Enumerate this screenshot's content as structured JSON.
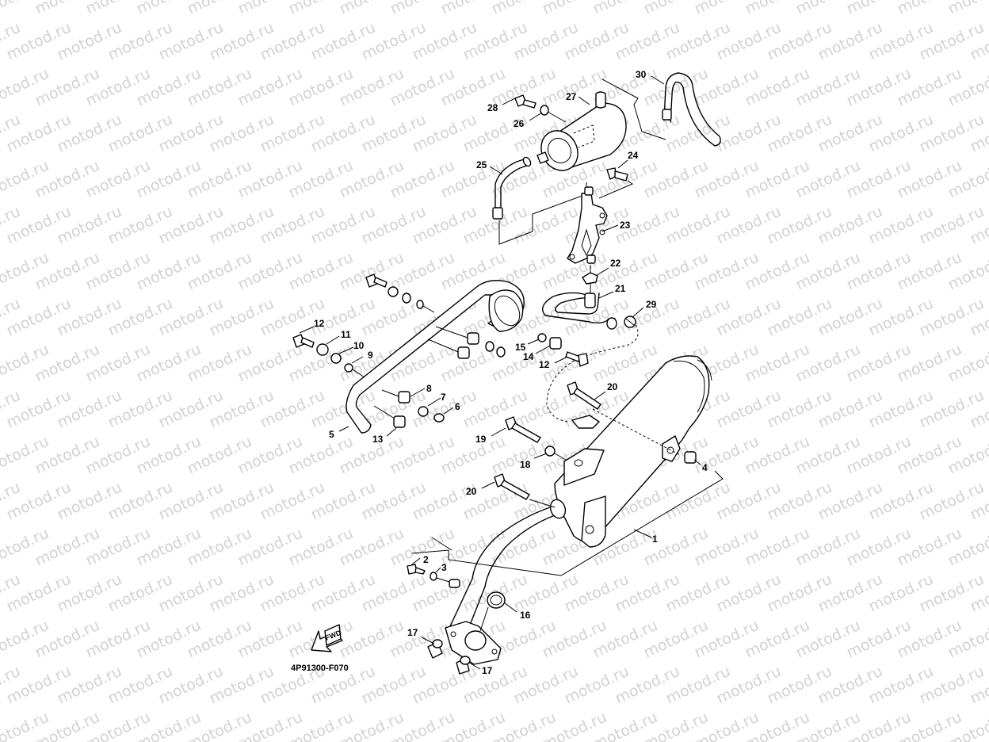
{
  "watermark": {
    "text": "motod.ru",
    "color": "#d2d2d2"
  },
  "diagram": {
    "drawing_code": "4P91300-F070",
    "direction_arrow": {
      "label": "FWD",
      "icon": "fwd-arrow-icon"
    }
  },
  "callouts": [
    {
      "id": "1",
      "text": "1"
    },
    {
      "id": "2",
      "text": "2"
    },
    {
      "id": "3",
      "text": "3"
    },
    {
      "id": "4",
      "text": "4"
    },
    {
      "id": "5",
      "text": "5"
    },
    {
      "id": "6",
      "text": "6"
    },
    {
      "id": "7",
      "text": "7"
    },
    {
      "id": "8",
      "text": "8"
    },
    {
      "id": "9",
      "text": "9"
    },
    {
      "id": "10",
      "text": "10"
    },
    {
      "id": "11",
      "text": "11"
    },
    {
      "id": "12a",
      "text": "12"
    },
    {
      "id": "12b",
      "text": "12"
    },
    {
      "id": "13",
      "text": "13"
    },
    {
      "id": "14",
      "text": "14"
    },
    {
      "id": "15",
      "text": "15"
    },
    {
      "id": "16",
      "text": "16"
    },
    {
      "id": "17a",
      "text": "17"
    },
    {
      "id": "17b",
      "text": "17"
    },
    {
      "id": "18",
      "text": "18"
    },
    {
      "id": "19",
      "text": "19"
    },
    {
      "id": "20a",
      "text": "20"
    },
    {
      "id": "20b",
      "text": "20"
    },
    {
      "id": "21",
      "text": "21"
    },
    {
      "id": "22",
      "text": "22"
    },
    {
      "id": "23",
      "text": "23"
    },
    {
      "id": "24",
      "text": "24"
    },
    {
      "id": "25",
      "text": "25"
    },
    {
      "id": "26",
      "text": "26"
    },
    {
      "id": "27",
      "text": "27"
    },
    {
      "id": "28",
      "text": "28"
    },
    {
      "id": "29",
      "text": "29"
    },
    {
      "id": "30",
      "text": "30"
    }
  ]
}
